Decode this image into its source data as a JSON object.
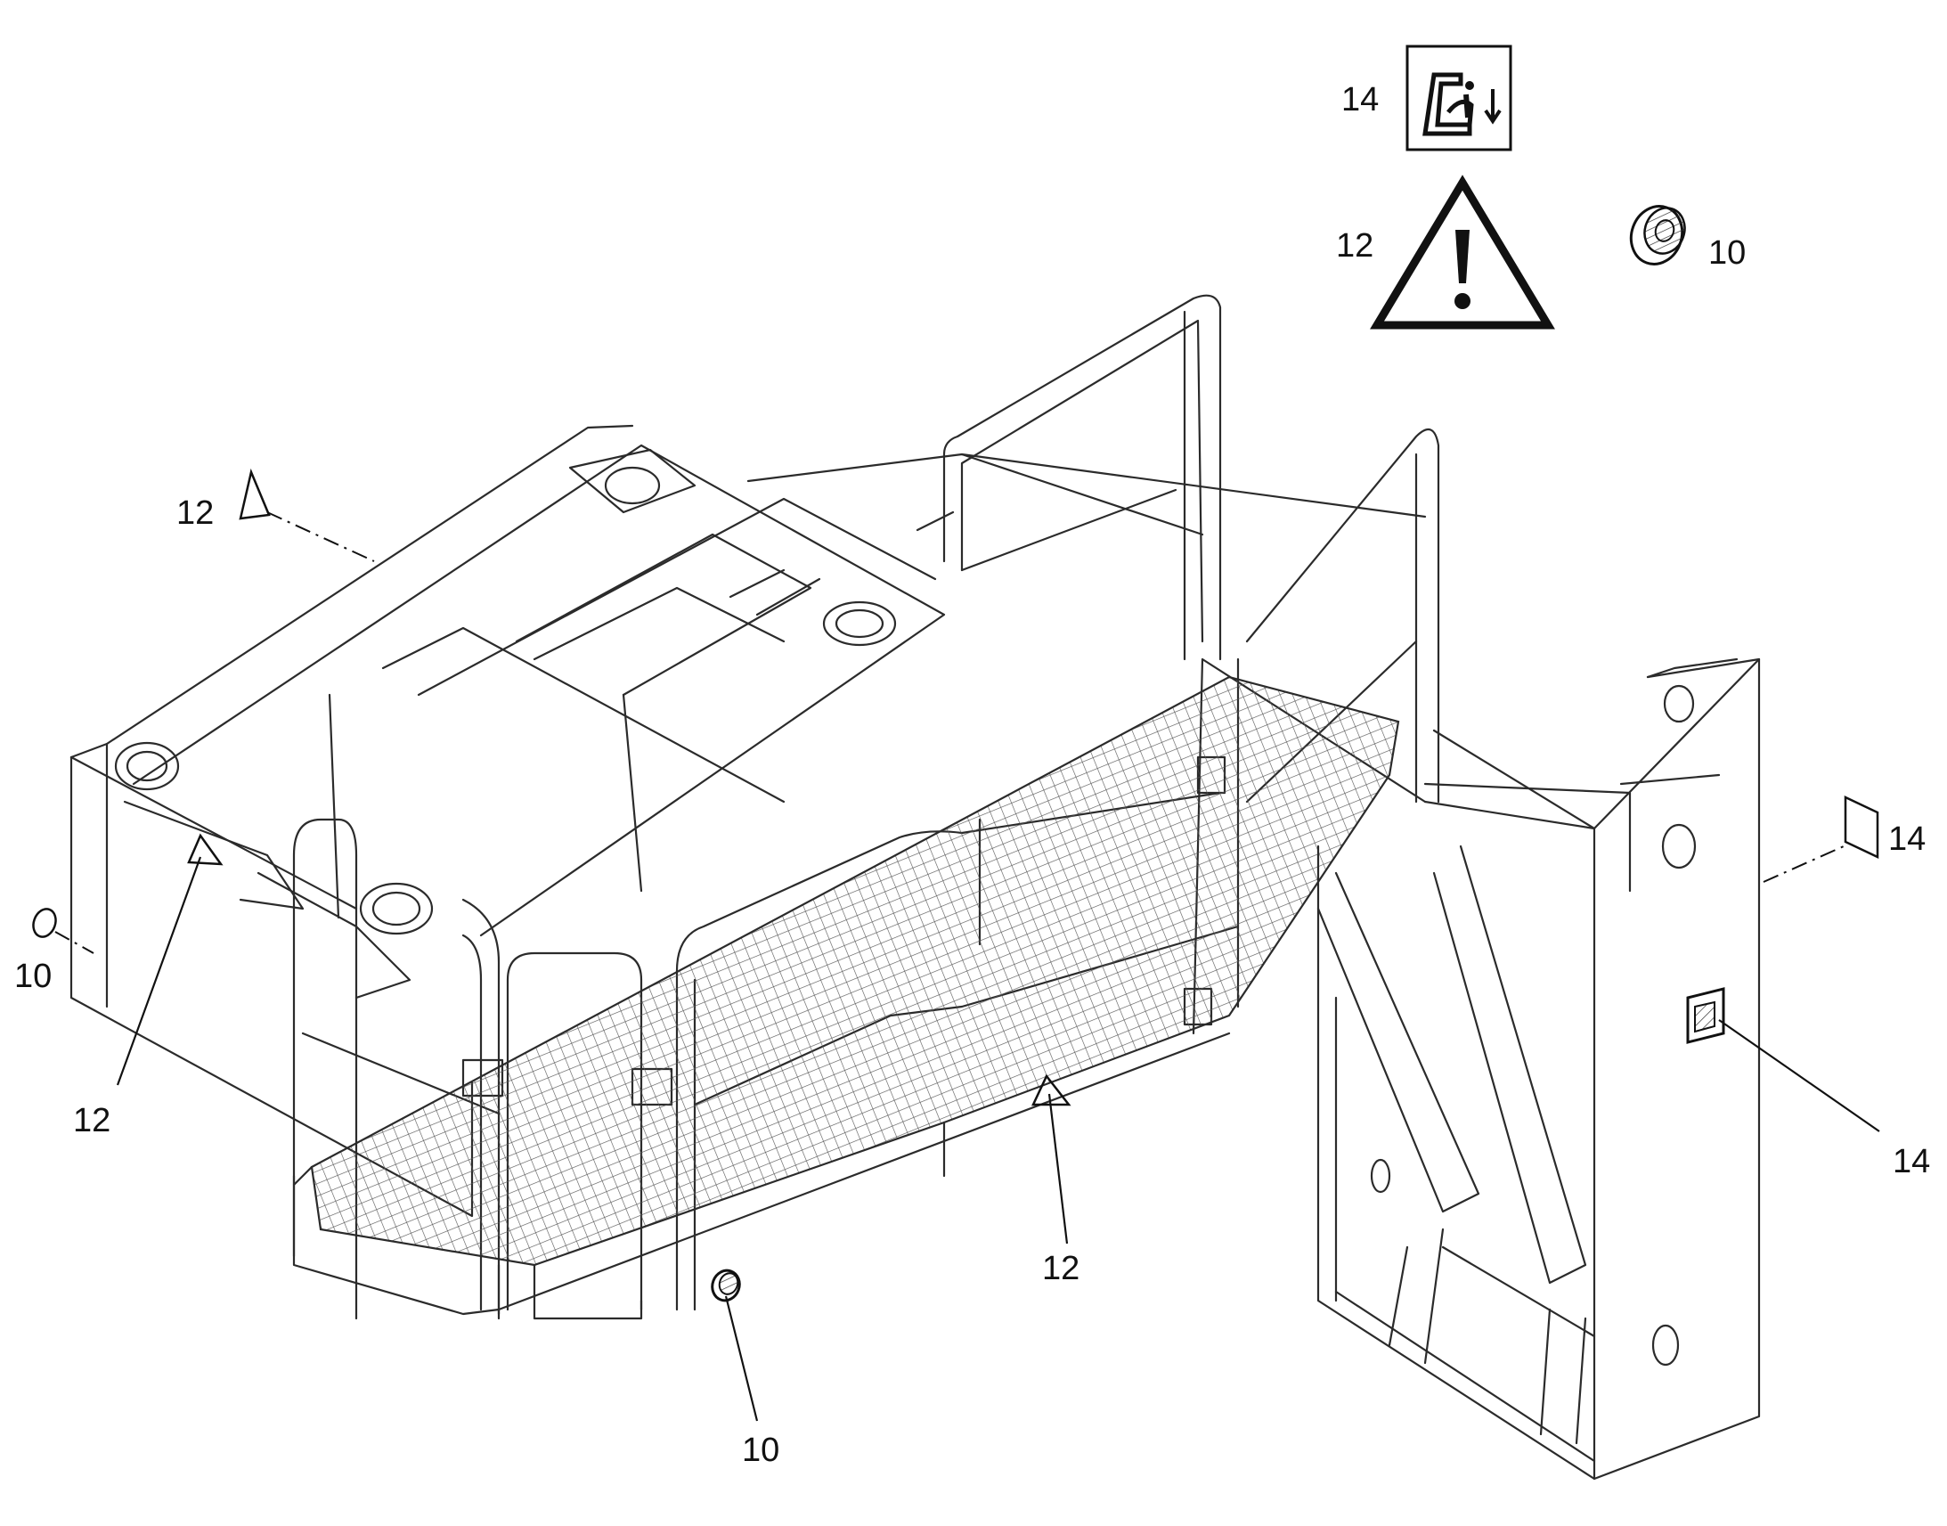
{
  "callouts": {
    "legend_14": "14",
    "legend_12": "12",
    "legend_10": "10",
    "c12_top_left": "12",
    "c10_left": "10",
    "c12_left": "12",
    "c12_center": "12",
    "c10_bottom": "10",
    "c14_right_upper": "14",
    "c14_right_lower": "14"
  },
  "symbols": {
    "operator_info_decal": "info-seat-decal-icon",
    "warning_decal": "warning-triangle-icon",
    "reflector": "reflector-icon"
  }
}
